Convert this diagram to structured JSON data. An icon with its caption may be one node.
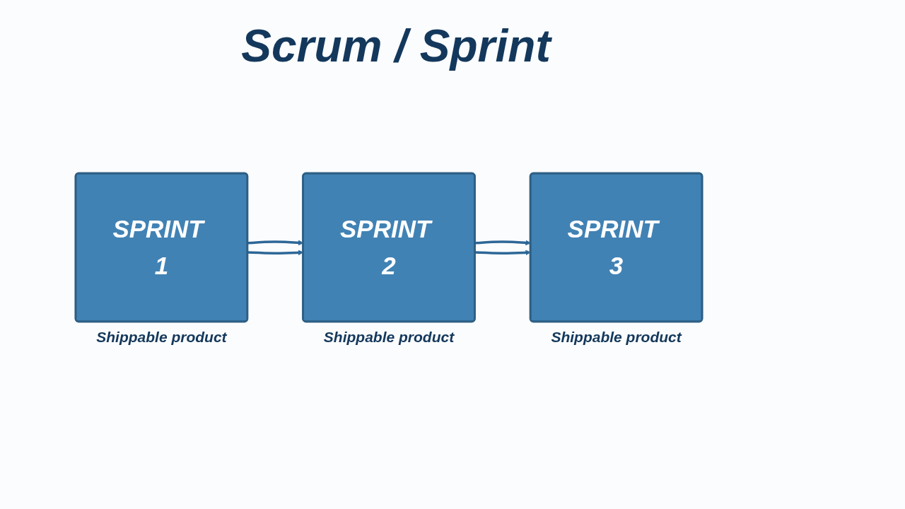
{
  "diagram": {
    "title": "Scrum / Sprint",
    "nodes": [
      {
        "text": [
          "SPRINT 1"
        ],
        "beside": [
          "Shippable product"
        ]
      },
      {
        "text": [
          "SPRINT 2"
        ],
        "beside": [
          "Shippable product"
        ]
      },
      {
        "text": [
          "SPRINT 3"
        ],
        "beside": [
          "Shippable product"
        ]
      }
    ],
    "edges": [
      {
        "from": 0,
        "to": 1,
        "arrow": "to"
      },
      {
        "from": 0,
        "to": 1,
        "arrow": "to"
      },
      {
        "from": 1,
        "to": 2,
        "arrow": "to"
      },
      {
        "from": 1,
        "to": 2,
        "arrow": "to"
      }
    ]
  }
}
